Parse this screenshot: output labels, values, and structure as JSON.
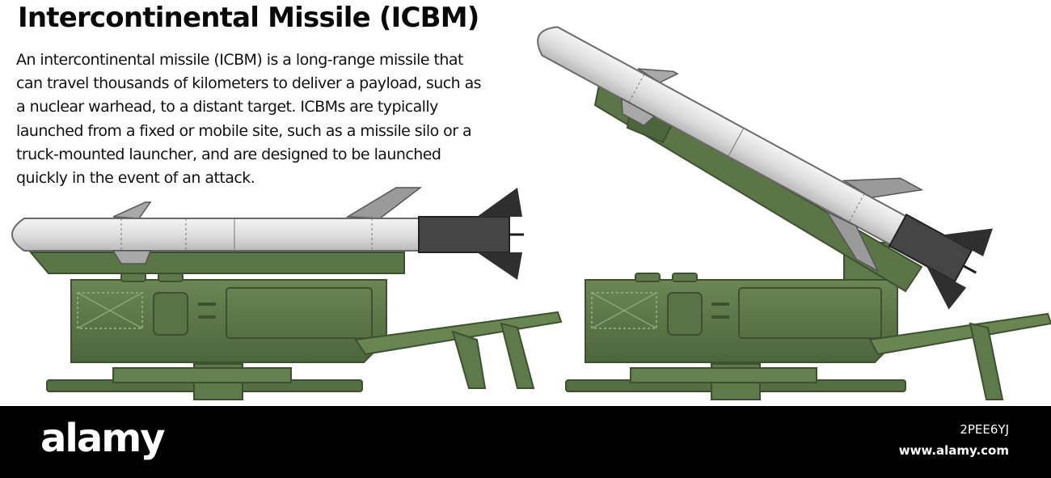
{
  "title": "Intercontinental Missile (ICBM)",
  "description": [
    "An intercontinental missile (ICBM) is a long-range missile that",
    "can travel thousands of kilometers to deliver a payload, such as",
    "a nuclear warhead, to a distant target. ICBMs are typically",
    "launched from a fixed or mobile site, such as a missile silo or a",
    "truck-mounted launcher, and are designed to be launched",
    "quickly in the event of an attack."
  ],
  "watermark": {
    "brand": "alamy",
    "image_id": "2PEE6YJ",
    "site": "www.alamy.com"
  },
  "colors": {
    "vehicle_green": "#5f7a4a",
    "vehicle_dark": "#3f5530",
    "missile_body": "#e6e6e6",
    "missile_engine": "#444444"
  }
}
